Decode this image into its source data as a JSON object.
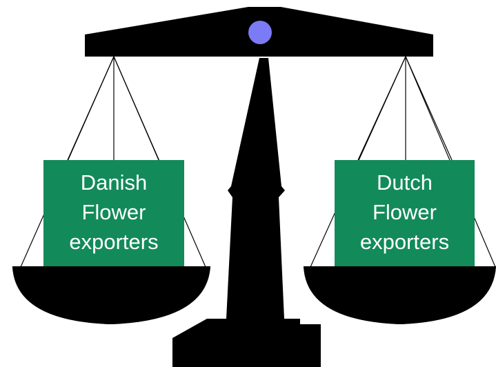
{
  "scale": {
    "colors": {
      "structure": "#000000",
      "pivot": "#7b7bf5",
      "box": "#138a5a",
      "box_text": "#ffffff",
      "background": "#ffffff"
    },
    "left_box": {
      "line1": "Danish",
      "line2": "Flower",
      "line3": "exporters"
    },
    "right_box": {
      "line1": "Dutch",
      "line2": "Flower",
      "line3": "exporters"
    }
  }
}
